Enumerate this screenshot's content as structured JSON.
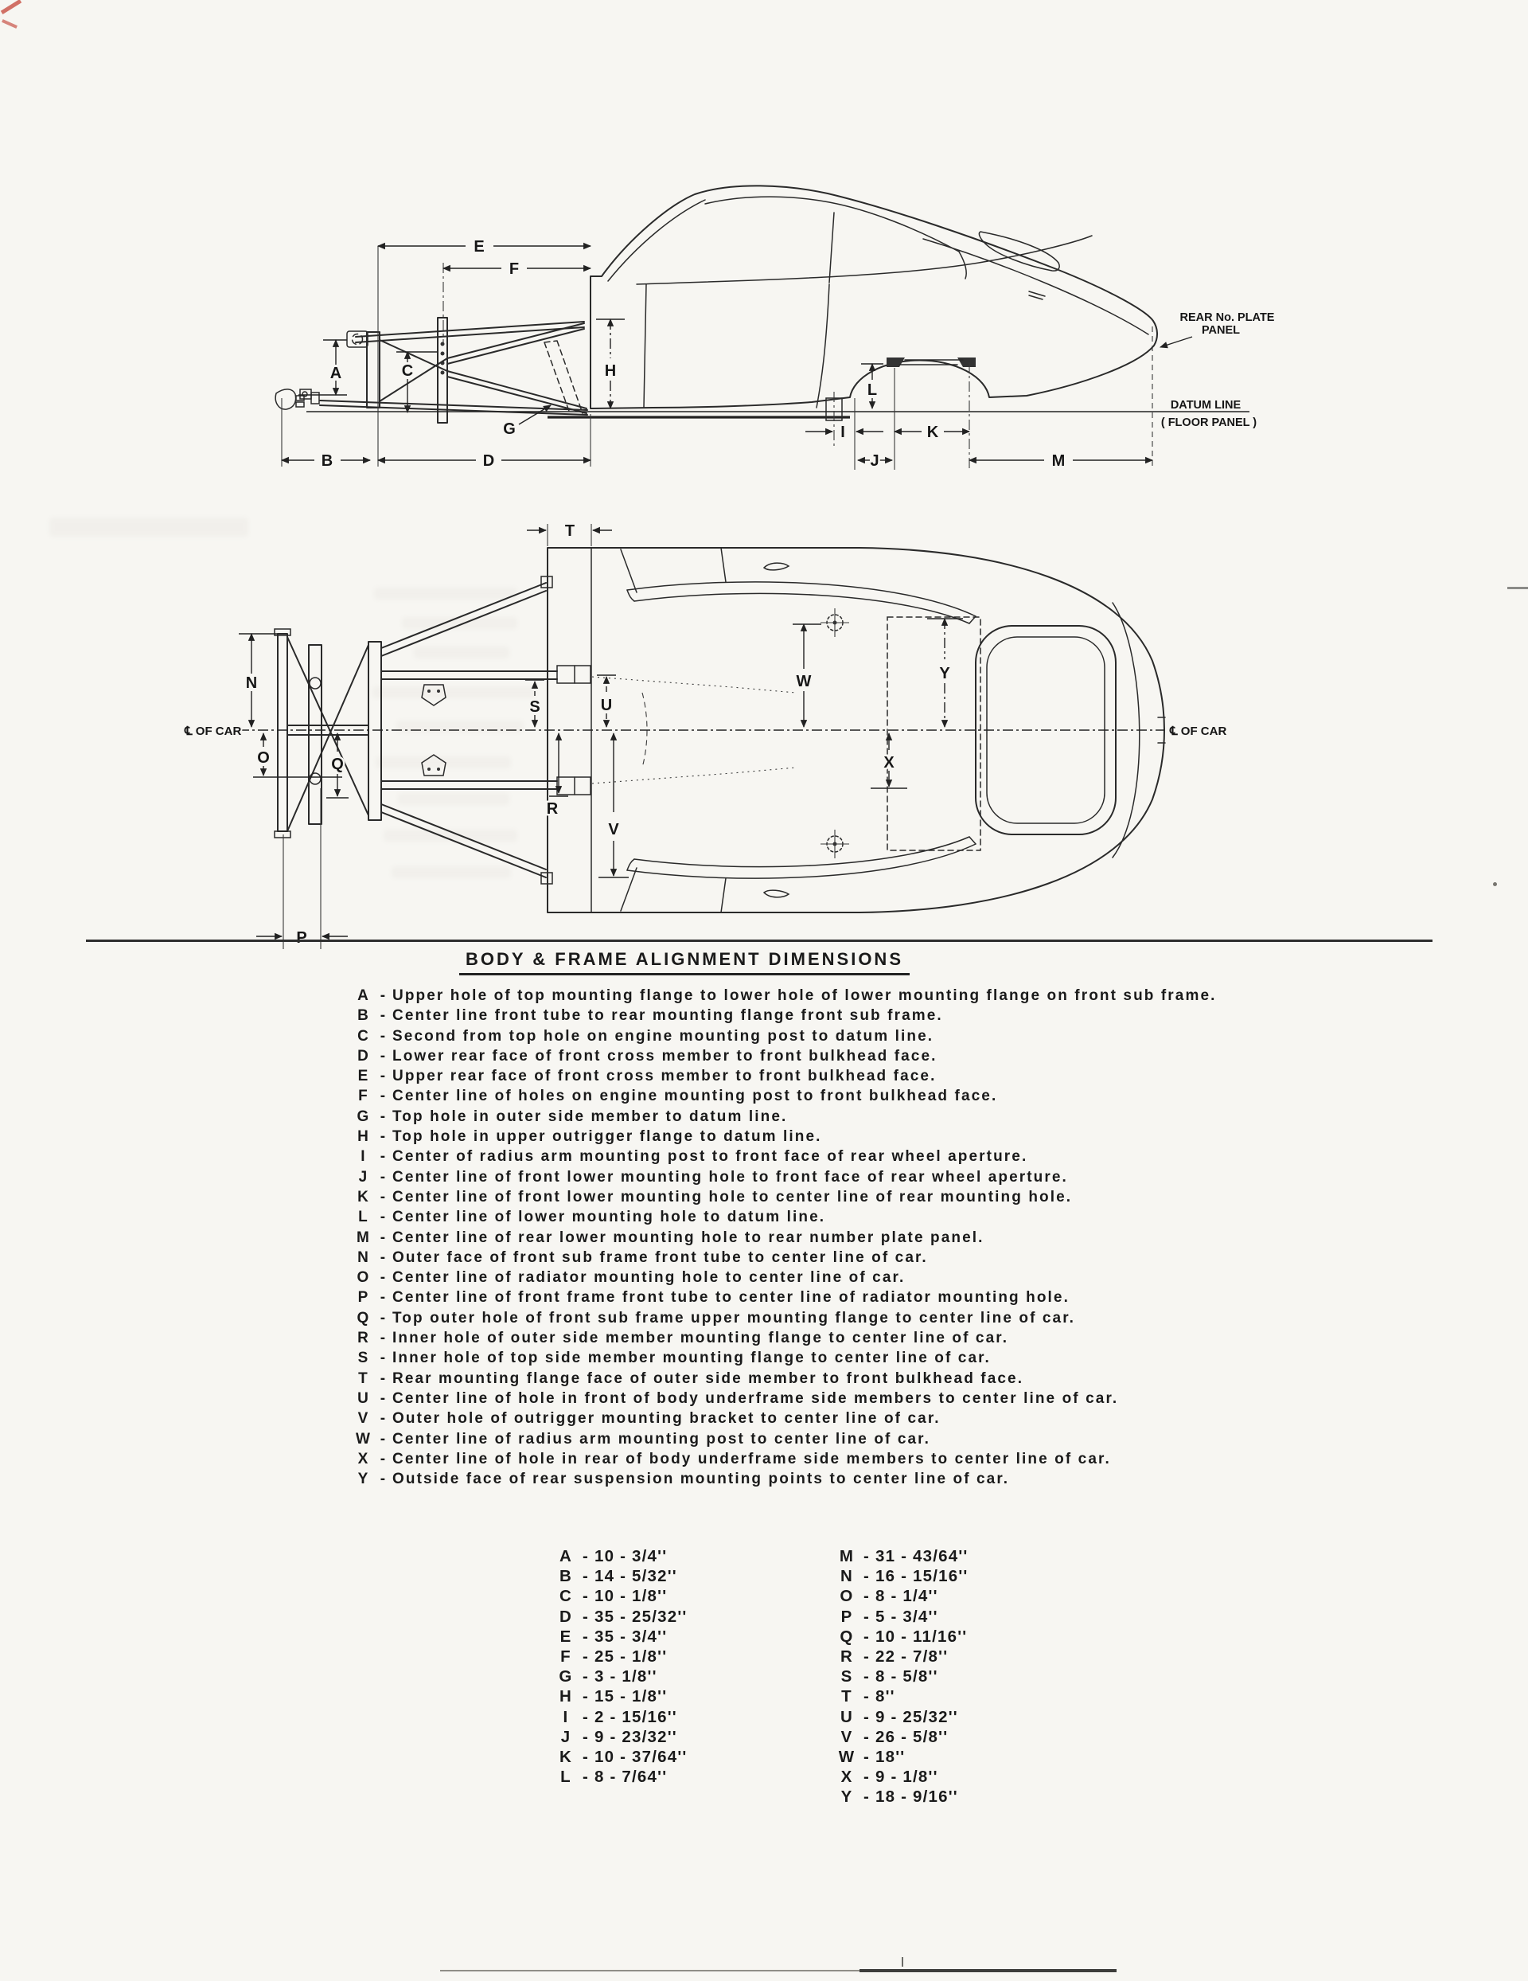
{
  "page": {
    "title": "BODY & FRAME ALIGNMENT DIMENSIONS"
  },
  "separator": "-",
  "side_view": {
    "callouts": {
      "rear_plate_line1": "REAR No. PLATE",
      "rear_plate_line2": "PANEL",
      "datum_line1": "DATUM LINE",
      "datum_line2": "( FLOOR PANEL )"
    },
    "labels": {
      "A": "A",
      "B": "B",
      "C": "C",
      "D": "D",
      "E": "E",
      "F": "F",
      "G": "G",
      "H": "H",
      "I": "I",
      "J": "J",
      "K": "K",
      "L": "L",
      "M": "M"
    }
  },
  "plan_view": {
    "callouts": {
      "centerline_left": "℄ OF CAR",
      "centerline_right": "℄ OF CAR"
    },
    "labels": {
      "N": "N",
      "O": "O",
      "P": "P",
      "Q": "Q",
      "R": "R",
      "S": "S",
      "T": "T",
      "U": "U",
      "V": "V",
      "W": "W",
      "X": "X",
      "Y": "Y"
    }
  },
  "definitions": [
    {
      "key": "A",
      "text": "Upper hole of top mounting flange to lower hole of lower mounting flange on front sub frame."
    },
    {
      "key": "B",
      "text": "Center line front tube to rear mounting flange front sub frame."
    },
    {
      "key": "C",
      "text": "Second from top hole on engine mounting post to datum line."
    },
    {
      "key": "D",
      "text": "Lower rear face of front cross member to front bulkhead face."
    },
    {
      "key": "E",
      "text": "Upper rear face of front cross member to front bulkhead face."
    },
    {
      "key": "F",
      "text": "Center line of holes on engine mounting post to front bulkhead face."
    },
    {
      "key": "G",
      "text": "Top hole in outer side member to datum line."
    },
    {
      "key": "H",
      "text": "Top hole in upper outrigger flange to datum line."
    },
    {
      "key": "I",
      "text": "Center of radius arm mounting post to front face of rear wheel aperture."
    },
    {
      "key": "J",
      "text": "Center line of front lower mounting hole to front face of rear wheel aperture."
    },
    {
      "key": "K",
      "text": "Center line of front lower mounting hole to center line of rear mounting hole."
    },
    {
      "key": "L",
      "text": "Center line of lower mounting hole to datum line."
    },
    {
      "key": "M",
      "text": "Center line of rear lower mounting hole to rear number plate panel."
    },
    {
      "key": "N",
      "text": "Outer face of front sub frame front tube to center line of car."
    },
    {
      "key": "O",
      "text": "Center line of radiator mounting hole to center line of car."
    },
    {
      "key": "P",
      "text": "Center line of front frame front tube to center line of radiator mounting hole."
    },
    {
      "key": "Q",
      "text": "Top outer hole of front sub frame upper mounting flange to center line of car."
    },
    {
      "key": "R",
      "text": "Inner hole of outer side member mounting flange to center line of car."
    },
    {
      "key": "S",
      "text": "Inner hole of top side member mounting flange to center line of car."
    },
    {
      "key": "T",
      "text": "Rear mounting flange face of outer side member to front bulkhead face."
    },
    {
      "key": "U",
      "text": "Center line of hole in front of body underframe side members to center line of car."
    },
    {
      "key": "V",
      "text": "Outer hole of outrigger mounting bracket to center line of car."
    },
    {
      "key": "W",
      "text": "Center line of radius arm mounting post to center line of car."
    },
    {
      "key": "X",
      "text": "Center line of hole in rear of body underframe side members to center line of car."
    },
    {
      "key": "Y",
      "text": "Outside face of rear suspension mounting points to center line of car."
    }
  ],
  "values": {
    "left": [
      {
        "key": "A",
        "value": "10 - 3/4''"
      },
      {
        "key": "B",
        "value": "14 - 5/32''"
      },
      {
        "key": "C",
        "value": "10 - 1/8''"
      },
      {
        "key": "D",
        "value": "35 - 25/32''"
      },
      {
        "key": "E",
        "value": "35 - 3/4''"
      },
      {
        "key": "F",
        "value": "25 - 1/8''"
      },
      {
        "key": "G",
        "value": "3 - 1/8''"
      },
      {
        "key": "H",
        "value": "15 - 1/8''"
      },
      {
        "key": "I",
        "value": "2 - 15/16''"
      },
      {
        "key": "J",
        "value": "9 - 23/32''"
      },
      {
        "key": "K",
        "value": "10 - 37/64''"
      },
      {
        "key": "L",
        "value": "8 - 7/64''"
      }
    ],
    "right": [
      {
        "key": "M",
        "value": "31 - 43/64''"
      },
      {
        "key": "N",
        "value": "16 - 15/16''"
      },
      {
        "key": "O",
        "value": "8 - 1/4''"
      },
      {
        "key": "P",
        "value": "5 - 3/4''"
      },
      {
        "key": "Q",
        "value": "10 - 11/16''"
      },
      {
        "key": "R",
        "value": "22 - 7/8''"
      },
      {
        "key": "S",
        "value": "8 - 5/8''"
      },
      {
        "key": "T",
        "value": "8''"
      },
      {
        "key": "U",
        "value": "9 - 25/32''"
      },
      {
        "key": "V",
        "value": "26 - 5/8''"
      },
      {
        "key": "W",
        "value": "18''"
      },
      {
        "key": "X",
        "value": "9 - 1/8''"
      },
      {
        "key": "Y",
        "value": "18 - 9/16''"
      }
    ]
  }
}
